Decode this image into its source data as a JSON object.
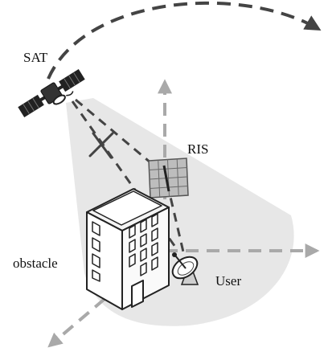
{
  "labels": {
    "sat": "SAT",
    "ris": "RIS",
    "obstacle": "obstacle",
    "user": "User"
  },
  "colors": {
    "coverage": "#e7e7e7",
    "axis_arrow": "#a9a9a9",
    "dark_line": "#444444",
    "building_fill": "#fafafa",
    "panel_fill": "#bdbdbd"
  },
  "icons": [
    "satellite-icon",
    "building-icon",
    "ris-panel-icon",
    "satellite-dish-icon"
  ]
}
